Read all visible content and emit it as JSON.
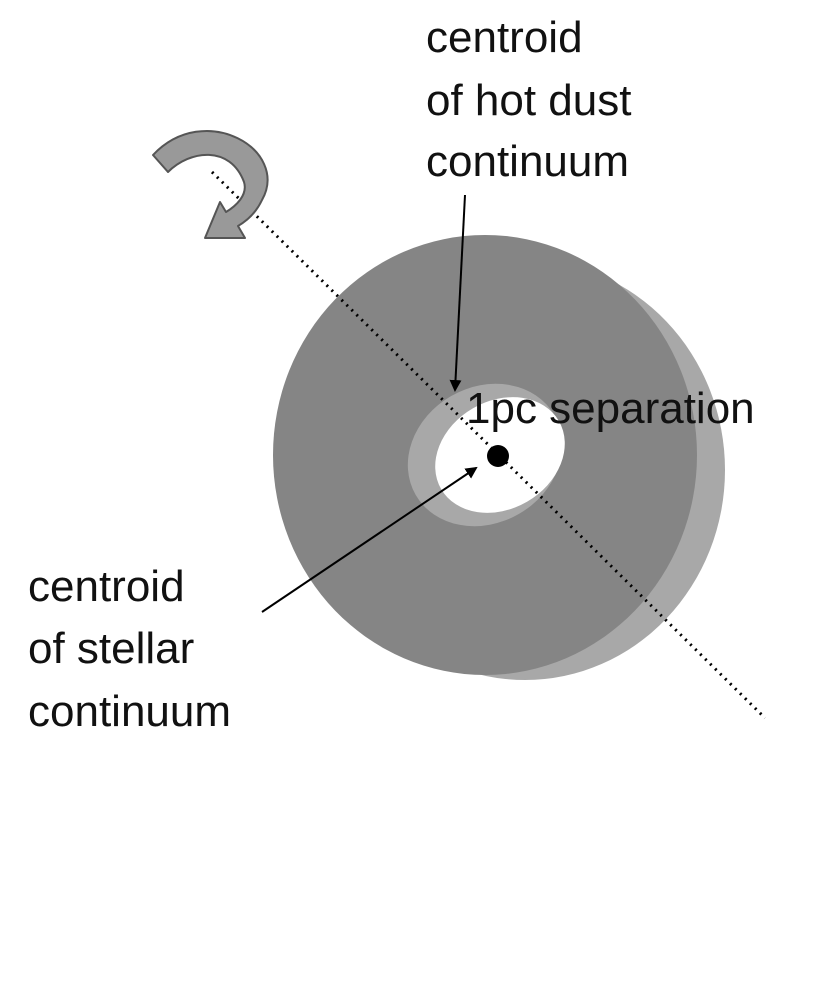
{
  "labels": {
    "hot_dust": [
      "centroid",
      "of hot dust",
      "continuum"
    ],
    "separation": "1pc separation",
    "stellar": [
      "centroid",
      "of stellar",
      "continuum"
    ]
  },
  "colors": {
    "background": "#ffffff",
    "torus_face": "#858585",
    "torus_side": "#a8a8a8",
    "inner_wall": "#a8a8a8",
    "hole": "#ffffff",
    "centroid_dot": "#000000",
    "arrow_curve_fill": "#999999",
    "arrow_curve_stroke": "#555555",
    "lines": "#000000",
    "text": "#111111"
  },
  "icons": {
    "rotation_arrow": "curved-rotation-arrow-icon"
  }
}
